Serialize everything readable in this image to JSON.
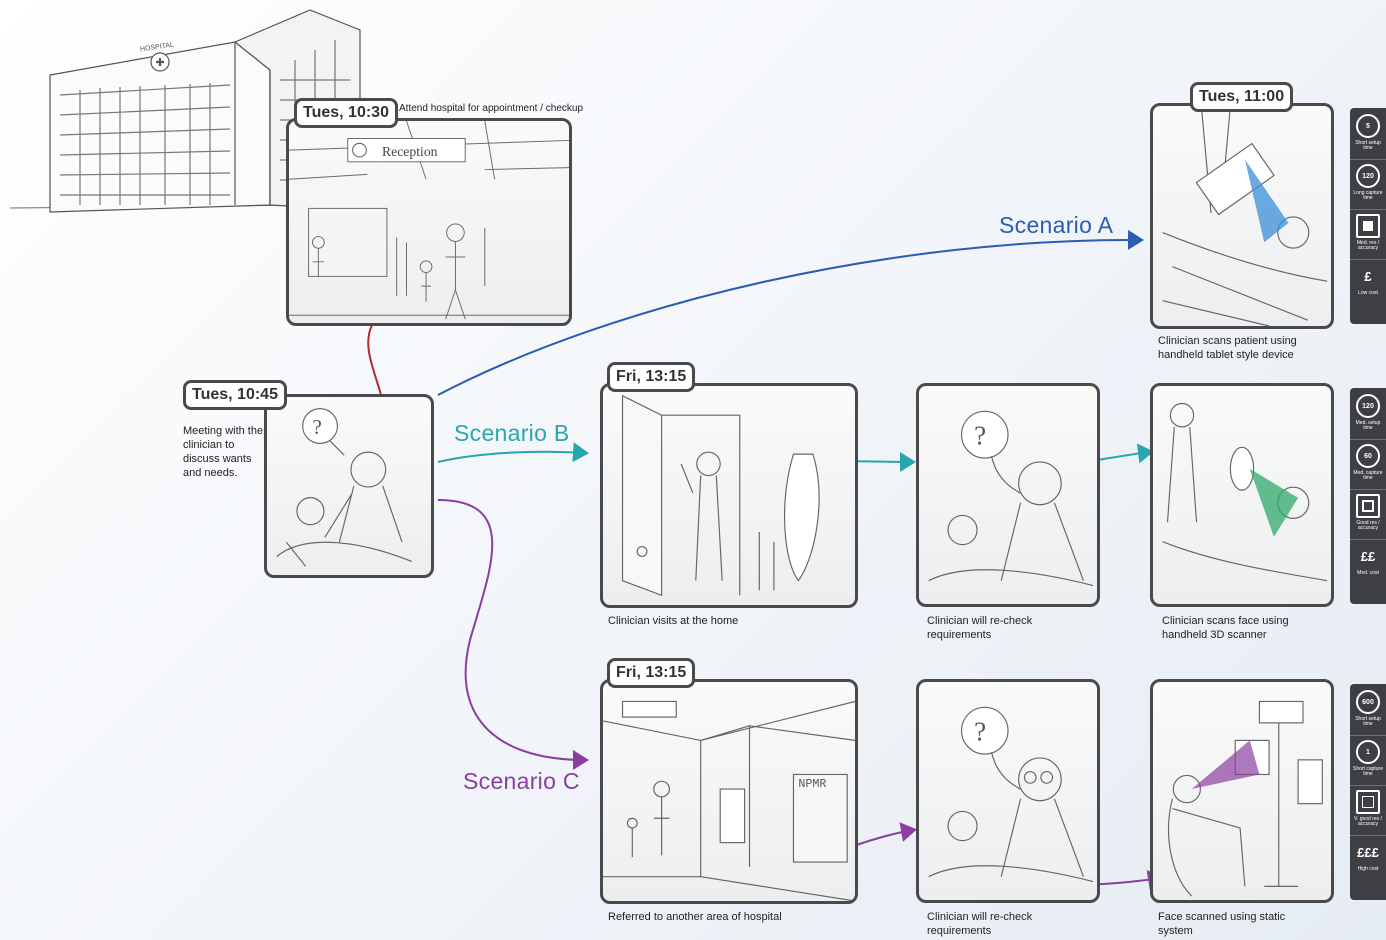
{
  "hospital": {
    "sign": "HOSPITAL"
  },
  "intro": {
    "time": "Tues, 10:30",
    "note": "Attend hospital for appointment / checkup",
    "reception_sign": "Reception"
  },
  "meeting": {
    "time": "Tues, 10:45",
    "caption": "Meeting with the clinician to discuss wants and needs."
  },
  "scenario_a": {
    "label": "Scenario A",
    "color": "#2a5db0",
    "time": "Tues, 11:00",
    "caption": "Clinician scans patient using handheld tablet style device",
    "metrics": [
      {
        "value": "5",
        "label": "Short setup time"
      },
      {
        "value": "120",
        "label": "Long capture time"
      },
      {
        "value": "",
        "label": "Med. res / accuracy"
      },
      {
        "value": "£",
        "label": "Low cost"
      }
    ]
  },
  "scenario_b": {
    "label": "Scenario B",
    "color": "#29a6ad",
    "time": "Fri, 13:15",
    "caption_1": "Clinician visits at the home",
    "caption_2": "Clinician will re-check requirements",
    "caption_3": "Clinician scans face using handheld 3D scanner",
    "metrics": [
      {
        "value": "120",
        "label": "Med. setup time"
      },
      {
        "value": "60",
        "label": "Med. capture time"
      },
      {
        "value": "",
        "label": "Good res / accuracy"
      },
      {
        "value": "££",
        "label": "Med. cost"
      }
    ]
  },
  "scenario_c": {
    "label": "Scenario C",
    "color": "#8a3ea0",
    "time": "Fri, 13:15",
    "npmr_sign": "NPMR",
    "caption_1": "Referred to another area of hospital",
    "caption_2": "Clinician will re-check requirements",
    "caption_3": "Face scanned using static system",
    "metrics": [
      {
        "value": "600",
        "label": "Short setup time"
      },
      {
        "value": "1",
        "label": "Short capture time"
      },
      {
        "value": "",
        "label": "V. good res / accuracy"
      },
      {
        "value": "£££",
        "label": "High cost"
      }
    ]
  },
  "thought_mark": "?",
  "colors": {
    "intro_arrow": "#b02a2a",
    "frame": "#4a4a4a"
  }
}
